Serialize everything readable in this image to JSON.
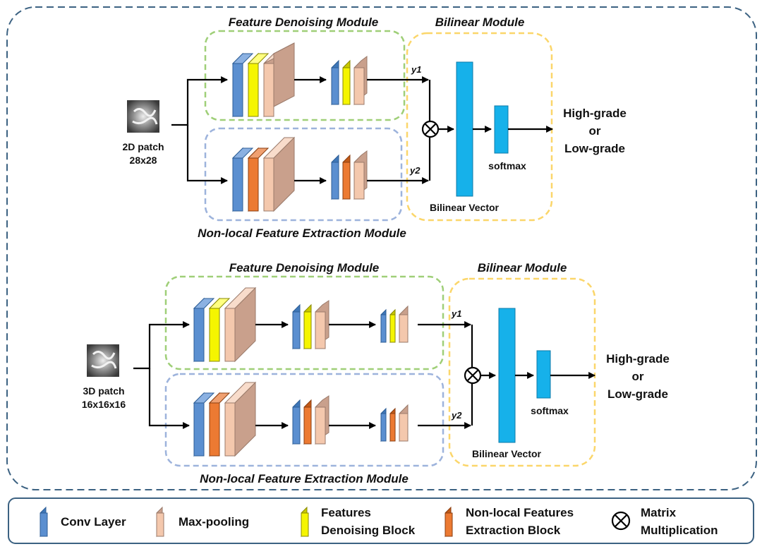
{
  "top": {
    "denoise_title": "Feature Denoising Module",
    "nonlocal_title": "Non-local Feature Extraction Module",
    "bilinear_title": "Bilinear Module",
    "input_label_1": "2D patch",
    "input_label_2": "28x28",
    "y1": "y1",
    "y2": "y2",
    "softmax": "softmax",
    "bilinear_vector": "Bilinear Vector",
    "output": [
      "High-grade",
      "or",
      "Low-grade"
    ]
  },
  "bottom": {
    "denoise_title": "Feature Denoising Module",
    "nonlocal_title": "Non-local Feature Extraction Module",
    "bilinear_title": "Bilinear Module",
    "input_label_1": "3D patch",
    "input_label_2": "16x16x16",
    "y1": "y1",
    "y2": "y2",
    "softmax": "softmax",
    "bilinear_vector": "Bilinear Vector",
    "output": [
      "High-grade",
      "or",
      "Low-grade"
    ]
  },
  "legend": {
    "conv": "Conv Layer",
    "maxpool": "Max-pooling",
    "denoise": [
      "Features",
      "Denoising Block"
    ],
    "nonlocal": [
      "Non-local Features",
      "Extraction Block"
    ],
    "matmul": [
      "Matrix",
      "Multiplication"
    ]
  },
  "colors": {
    "conv": "#5b8fd0",
    "maxpool": "#f4c8ad",
    "denoise": "#f5f500",
    "nonlocal": "#ec7a32",
    "vector": "#16b1ea",
    "green_box": "#9fcf78",
    "blue_box": "#9db3dc",
    "yellow_box": "#fbd66a",
    "outer_border": "#3c6282"
  }
}
